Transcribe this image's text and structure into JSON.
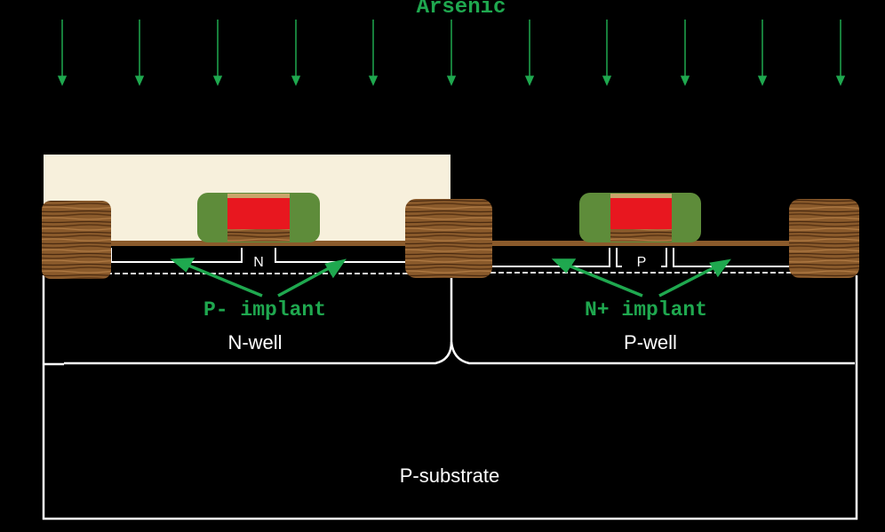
{
  "colors": {
    "background": "#000000",
    "implant_text": "#1fa84f",
    "arrow": "#1fa84f",
    "photoresist": "#f7f0dc",
    "oxide_wood": "#8a5a2b",
    "spacer": "#5e8c3a",
    "gate": "#e8171f",
    "outline": "#ffffff"
  },
  "diagram": {
    "top_label": "Arsenic",
    "left_implant_label": "P- implant",
    "right_implant_label": "N+ implant",
    "left_diffusion_label": "N",
    "right_diffusion_label": "P",
    "left_well_label": "N-well",
    "right_well_label": "P-well",
    "substrate_label": "P-substrate"
  }
}
